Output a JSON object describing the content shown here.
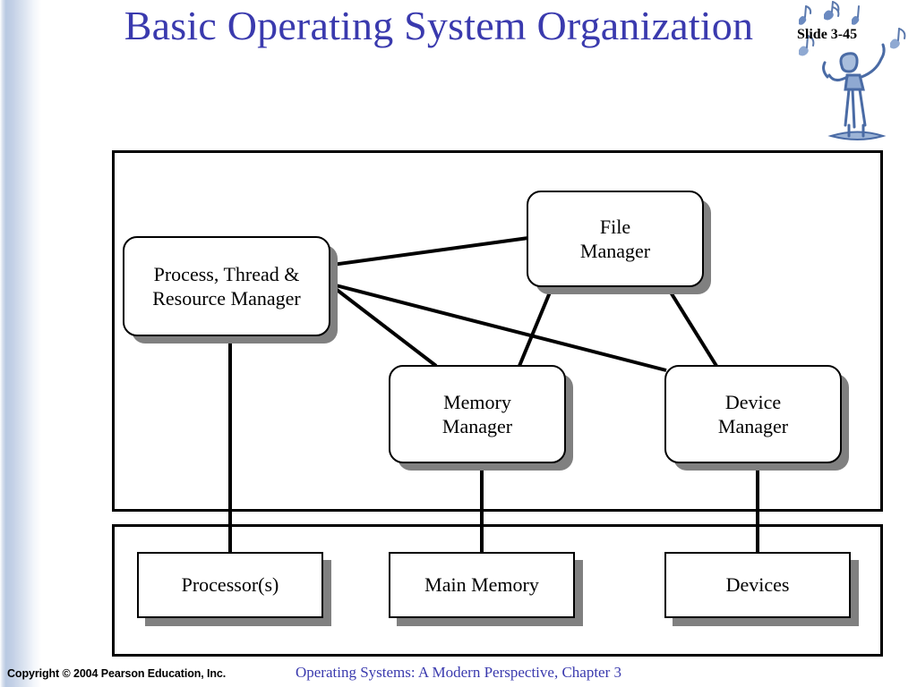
{
  "slide": {
    "title": "Basic Operating System Organization",
    "slide_number": "Slide 3-45",
    "title_color": "#3a3aae",
    "accent_color": "#3a3aae",
    "shadow_color": "#808080",
    "logo_icon": "orchestra-conductor-icon"
  },
  "diagram": {
    "os_layer_label": "operating-system-layer",
    "hardware_layer_label": "hardware-layer",
    "nodes": {
      "process": "Process, Thread &\nResource Manager",
      "process_line1": "Process, Thread &",
      "process_line2": "Resource Manager",
      "file": "File\nManager",
      "file_line1": "File",
      "file_line2": "Manager",
      "memory": "Memory\nManager",
      "memory_line1": "Memory",
      "memory_line2": "Manager",
      "device": "Device\nManager",
      "device_line1": "Device",
      "device_line2": "Manager",
      "processor": "Processor(s)",
      "main_memory": "Main Memory",
      "devices": "Devices"
    },
    "edges": [
      {
        "from": "process",
        "to": "file"
      },
      {
        "from": "process",
        "to": "memory"
      },
      {
        "from": "process",
        "to": "device"
      },
      {
        "from": "file",
        "to": "memory"
      },
      {
        "from": "file",
        "to": "device"
      },
      {
        "from": "process",
        "to": "processor"
      },
      {
        "from": "memory",
        "to": "main_memory"
      },
      {
        "from": "device",
        "to": "devices"
      }
    ]
  },
  "footer": {
    "copyright": "Copyright © 2004 Pearson Education, Inc.",
    "citation": "Operating Systems: A Modern Perspective, Chapter 3"
  }
}
